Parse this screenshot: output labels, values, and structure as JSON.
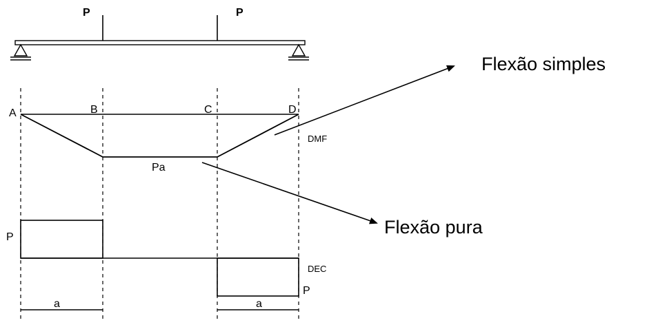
{
  "beam": {
    "load_left_label": "P",
    "load_right_label": "P"
  },
  "moment_diagram": {
    "point_a": "A",
    "point_b": "B",
    "point_c": "C",
    "point_d": "D",
    "max_value_label": "Pa",
    "diagram_label": "DMF"
  },
  "shear_diagram": {
    "left_value_label": "P",
    "right_value_label": "P",
    "diagram_label": "DEC",
    "dimension_left": "a",
    "dimension_right": "a"
  },
  "annotations": {
    "simple_bending": "Flexão simples",
    "pure_bending": "Flexão pura"
  },
  "colors": {
    "ink": "#000000",
    "background": "#ffffff"
  }
}
